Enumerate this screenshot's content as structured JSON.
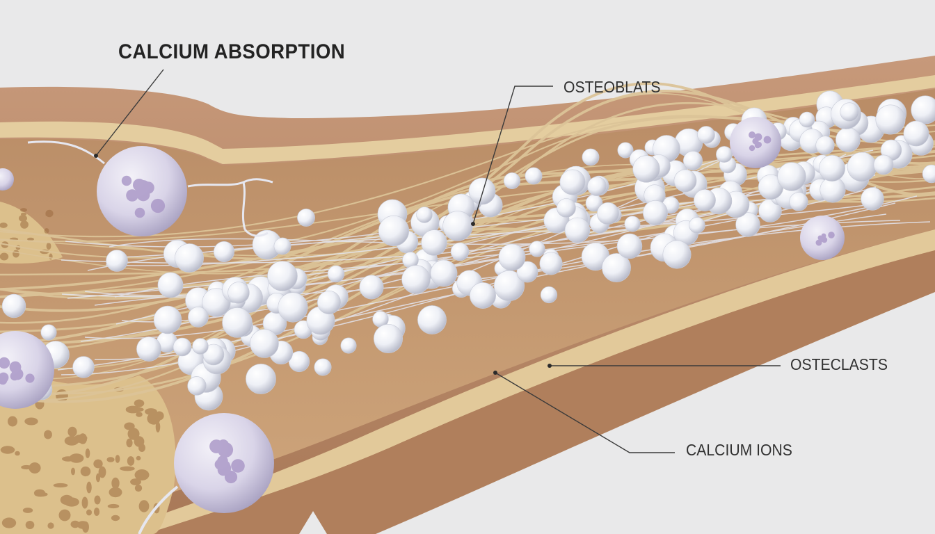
{
  "labels": {
    "title": "CALCIUM ABSORPTION",
    "osteoblasts": "OSTEOBLATS",
    "osteoclasts": "OSTECLASTS",
    "calcium_ions": "CALCIUM IONS"
  },
  "colors": {
    "background": "#e9e9ea",
    "bone_outer": "#b98a66",
    "bone_rim": "#e3cc9e",
    "bone_inner": "#c49a72",
    "fiber": "#d9c194",
    "spongy": "#d8bd8a",
    "sphere": "#f4f6fb",
    "cell": "#d7d2e6",
    "cell_nucleus": "#a893c4",
    "callout_line": "#3a3a3a"
  }
}
